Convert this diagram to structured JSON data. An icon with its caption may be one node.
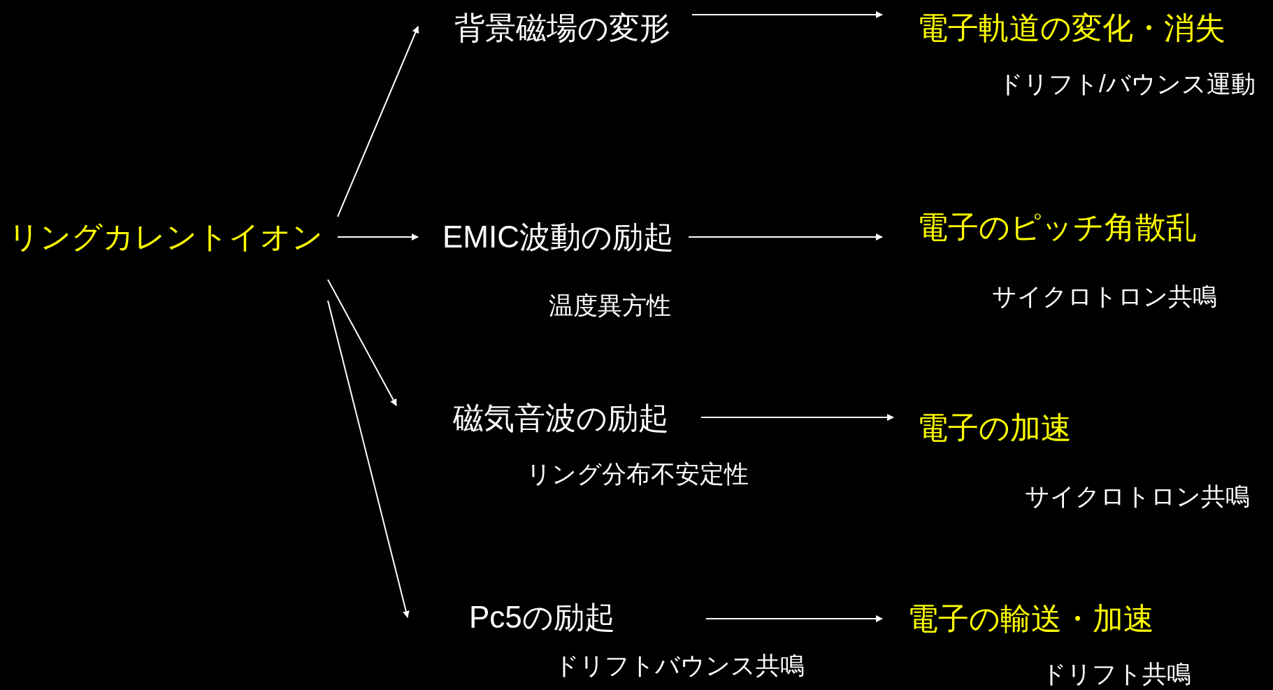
{
  "diagram": {
    "nodes": [
      {
        "text": [
          "リングカレントイオン"
        ]
      },
      {
        "text": [
          "背景磁場の変形"
        ]
      },
      {
        "text": [
          "EMIC波動の励起"
        ],
        "beside": [
          "温度異方性"
        ]
      },
      {
        "text": [
          "磁気音波の励起"
        ],
        "beside": [
          "リング分布不安定性"
        ]
      },
      {
        "text": [
          "Pc5の励起"
        ],
        "beside": [
          "ドリフトバウンス共鳴"
        ]
      },
      {
        "text": [
          "電子軌道の変化・消失"
        ],
        "beside": [
          "ドリフト/バウンス運動"
        ]
      },
      {
        "text": [
          "電子のピッチ角散乱"
        ],
        "beside": [
          "サイクロトロン共鳴"
        ]
      },
      {
        "text": [
          "電子の加速"
        ],
        "beside": [
          "サイクロトロン共鳴"
        ]
      },
      {
        "text": [
          "電子の輸送・加速"
        ],
        "beside": [
          "ドリフト共鳴"
        ]
      }
    ],
    "edges": [
      {
        "from": 0,
        "to": 1,
        "arrow": "to"
      },
      {
        "from": 0,
        "to": 2,
        "arrow": "to"
      },
      {
        "from": 0,
        "to": 3,
        "arrow": "to"
      },
      {
        "from": 0,
        "to": 4,
        "arrow": "to"
      },
      {
        "from": 1,
        "to": 5,
        "arrow": "to"
      },
      {
        "from": 2,
        "to": 6,
        "arrow": "to"
      },
      {
        "from": 3,
        "to": 7,
        "arrow": "to"
      },
      {
        "from": 4,
        "to": 8,
        "arrow": "to"
      }
    ]
  }
}
